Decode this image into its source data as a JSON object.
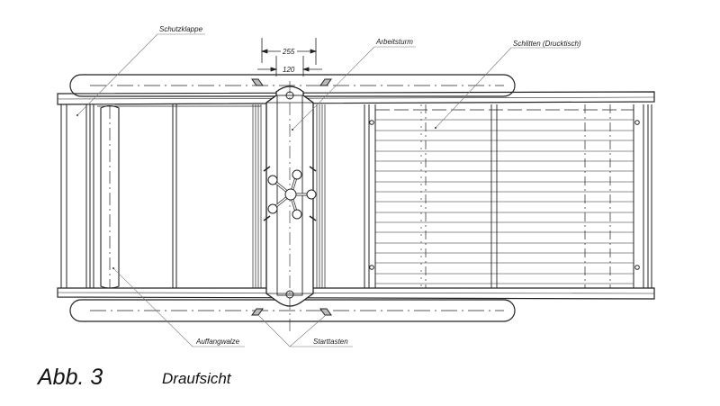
{
  "figure": {
    "number": "Abb. 3",
    "title": "Draufsicht"
  },
  "labels": {
    "schutzklappe": "Schutzklappe",
    "arbeitsturm": "Arbeitsturm",
    "schlitten": "Schlitten (Drucktisch)",
    "auffangwalze": "Auffangwalze",
    "starttasten": "Starttasten"
  },
  "dimensions": {
    "outer": "255",
    "inner": "120"
  },
  "colors": {
    "line": "#222222",
    "leader": "#666666",
    "background": "#ffffff"
  }
}
